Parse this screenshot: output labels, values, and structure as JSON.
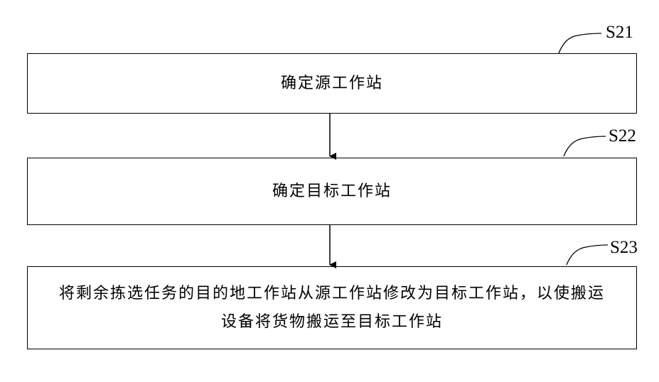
{
  "steps": [
    {
      "label": "S21",
      "text": "确定源工作站"
    },
    {
      "label": "S22",
      "text": "确定目标工作站"
    },
    {
      "label": "S23",
      "text": "将剩余拣选任务的目的地工作站从源工作站修改为目标工作站，以使搬运设备将货物搬运至目标工作站"
    }
  ]
}
